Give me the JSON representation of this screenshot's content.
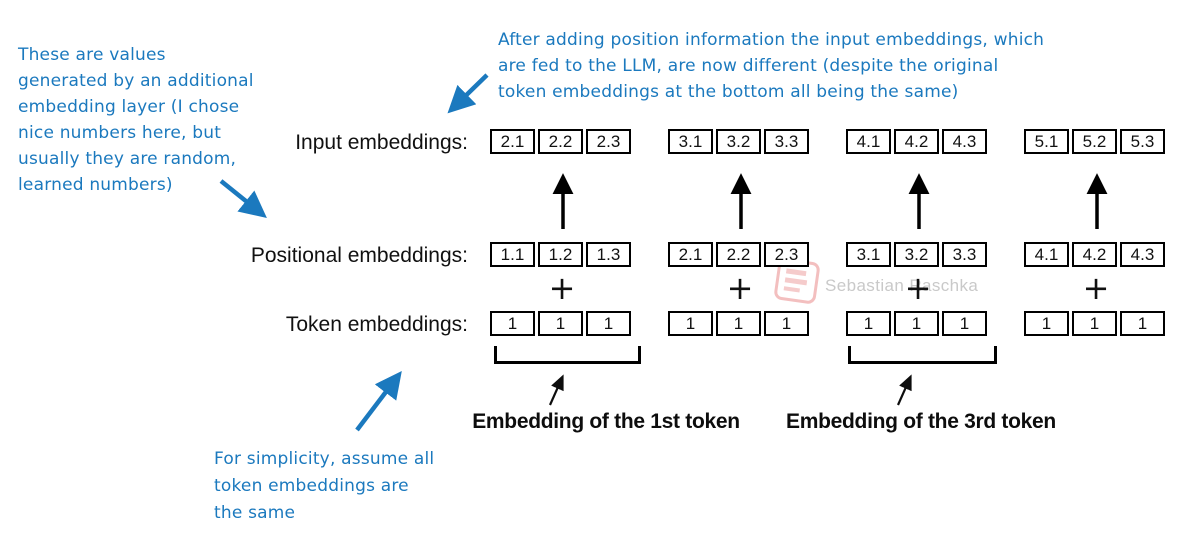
{
  "annotations": {
    "top_left": {
      "lines": {
        "l1": "These are values",
        "l2": "generated by an additional",
        "l3": "embedding layer (I chose",
        "l4": "nice numbers here, but",
        "l5": "usually they are random,",
        "l6": "learned numbers)"
      }
    },
    "top_right": {
      "lines": {
        "l1": "After adding position information the input embeddings, which",
        "l2": "are fed to the LLM, are now different (despite the original",
        "l3": "token embeddings at the bottom all being the same)"
      }
    },
    "bottom_left": {
      "lines": {
        "l1": "For simplicity, assume all",
        "l2": "token embeddings are",
        "l3": "the same"
      }
    }
  },
  "rows": {
    "input": {
      "label": "Input embeddings:",
      "groups": [
        [
          "2.1",
          "2.2",
          "2.3"
        ],
        [
          "3.1",
          "3.2",
          "3.3"
        ],
        [
          "4.1",
          "4.2",
          "4.3"
        ],
        [
          "5.1",
          "5.2",
          "5.3"
        ]
      ]
    },
    "positional": {
      "label": "Positional embeddings:",
      "groups": [
        [
          "1.1",
          "1.2",
          "1.3"
        ],
        [
          "2.1",
          "2.2",
          "2.3"
        ],
        [
          "3.1",
          "3.2",
          "3.3"
        ],
        [
          "4.1",
          "4.2",
          "4.3"
        ]
      ]
    },
    "token": {
      "label": "Token embeddings:",
      "groups": [
        [
          "1",
          "1",
          "1"
        ],
        [
          "1",
          "1",
          "1"
        ],
        [
          "1",
          "1",
          "1"
        ],
        [
          "1",
          "1",
          "1"
        ]
      ]
    }
  },
  "operators": {
    "plus": "+"
  },
  "bracket_labels": {
    "first_token": "Embedding of the 1st token",
    "third_token": "Embedding of the 3rd token"
  },
  "watermark": {
    "text": "Sebastian Raschka"
  },
  "colors": {
    "annotation_blue": "#1b79be",
    "box_border": "#000000",
    "text_black": "#111111",
    "watermark_pink": "#f2b9b9",
    "watermark_gray": "#c9c9c9"
  }
}
